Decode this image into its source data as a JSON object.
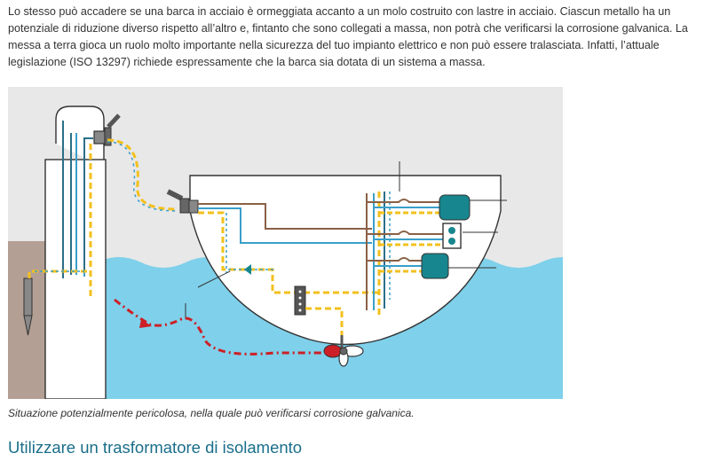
{
  "intro_text": "Lo stesso può accadere se una barca in acciaio è ormeggiata accanto a un molo costruito con lastre in acciaio. Ciascun metallo ha un potenziale di riduzione diverso rispetto all’altro e, fintanto che sono collegati a massa, non potrà che verificarsi la corrosione galvanica. La messa a terra gioca un ruolo molto importante nella sicurezza del tuo impianto elettrico e non può essere tralasciata. Infatti, l’attuale legislazione (ISO 13297) richiede espressamente che la barca sia dotata di un sistema a massa.",
  "figure": {
    "caption": "Situazione potenzialmente pericolosa, nella quale può verificarsi corrosione galvanica.",
    "colors": {
      "background": "#e8e8e8",
      "water": "#7fd0ea",
      "ground": "#b39f94",
      "brown_wire": "#8a6045",
      "blue_wire": "#3a9fc9",
      "earth_wire": "#f3c01d",
      "corrosion_path": "#cc2026",
      "device_teal": "#17868e",
      "outline": "#333333"
    },
    "icons": [
      "shore-pedestal",
      "power-plug",
      "ground-rod",
      "busbar",
      "propeller",
      "socket-outlet",
      "isolator-box"
    ]
  },
  "section_heading": "Utilizzare un trasformatore di isolamento"
}
